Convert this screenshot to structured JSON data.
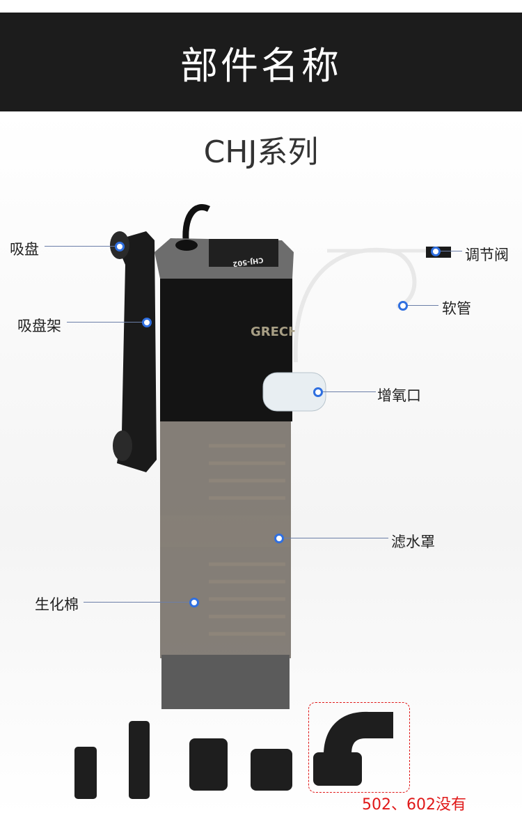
{
  "header": {
    "title": "部件名称"
  },
  "subtitle": "CHJ系列",
  "product": {
    "brand_logo": "GRECH",
    "model_marking": "CHJ-502"
  },
  "callouts": {
    "suction_cup": "吸盘",
    "suction_cup_holder": "吸盘架",
    "regulator_valve": "调节阀",
    "hose": "软管",
    "aeration_port": "增氧口",
    "filter_cover": "滤水罩",
    "bio_sponge": "生化棉"
  },
  "accessories": {
    "note": "502、602没有"
  },
  "colors": {
    "header_bg": "#1c1c1c",
    "callout_dot": "#2f6fe0",
    "note": "#e01818"
  }
}
